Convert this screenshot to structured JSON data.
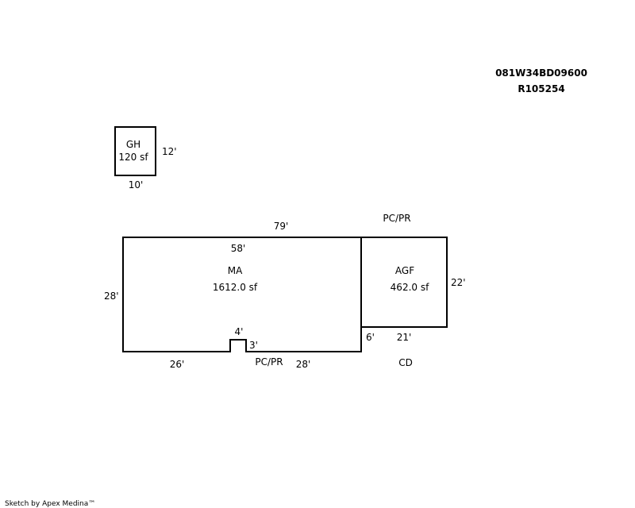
{
  "header": {
    "parcel_id": "081W34BD09600",
    "account_id": "R105254"
  },
  "areas": {
    "gh": {
      "code": "GH",
      "size": "120 sf"
    },
    "ma": {
      "code": "MA",
      "size": "1612.0 sf"
    },
    "agf": {
      "code": "AGF",
      "size": "462.0 sf"
    }
  },
  "dimensions": {
    "gh_right": "12'",
    "gh_bottom": "10'",
    "total_top": "79'",
    "ma_top": "58'",
    "ma_left": "28'",
    "ma_bottom_left": "26'",
    "notch_width": "4'",
    "notch_depth": "3'",
    "ma_bottom_right": "28'",
    "agf_right": "22'",
    "agf_bottom": "21'",
    "agf_offset": "6'"
  },
  "annotations": {
    "pc_pr_top": "PC/PR",
    "pc_pr_bottom": "PC/PR",
    "cd": "CD"
  },
  "footer": {
    "credit": "Sketch by Apex Medina™"
  }
}
